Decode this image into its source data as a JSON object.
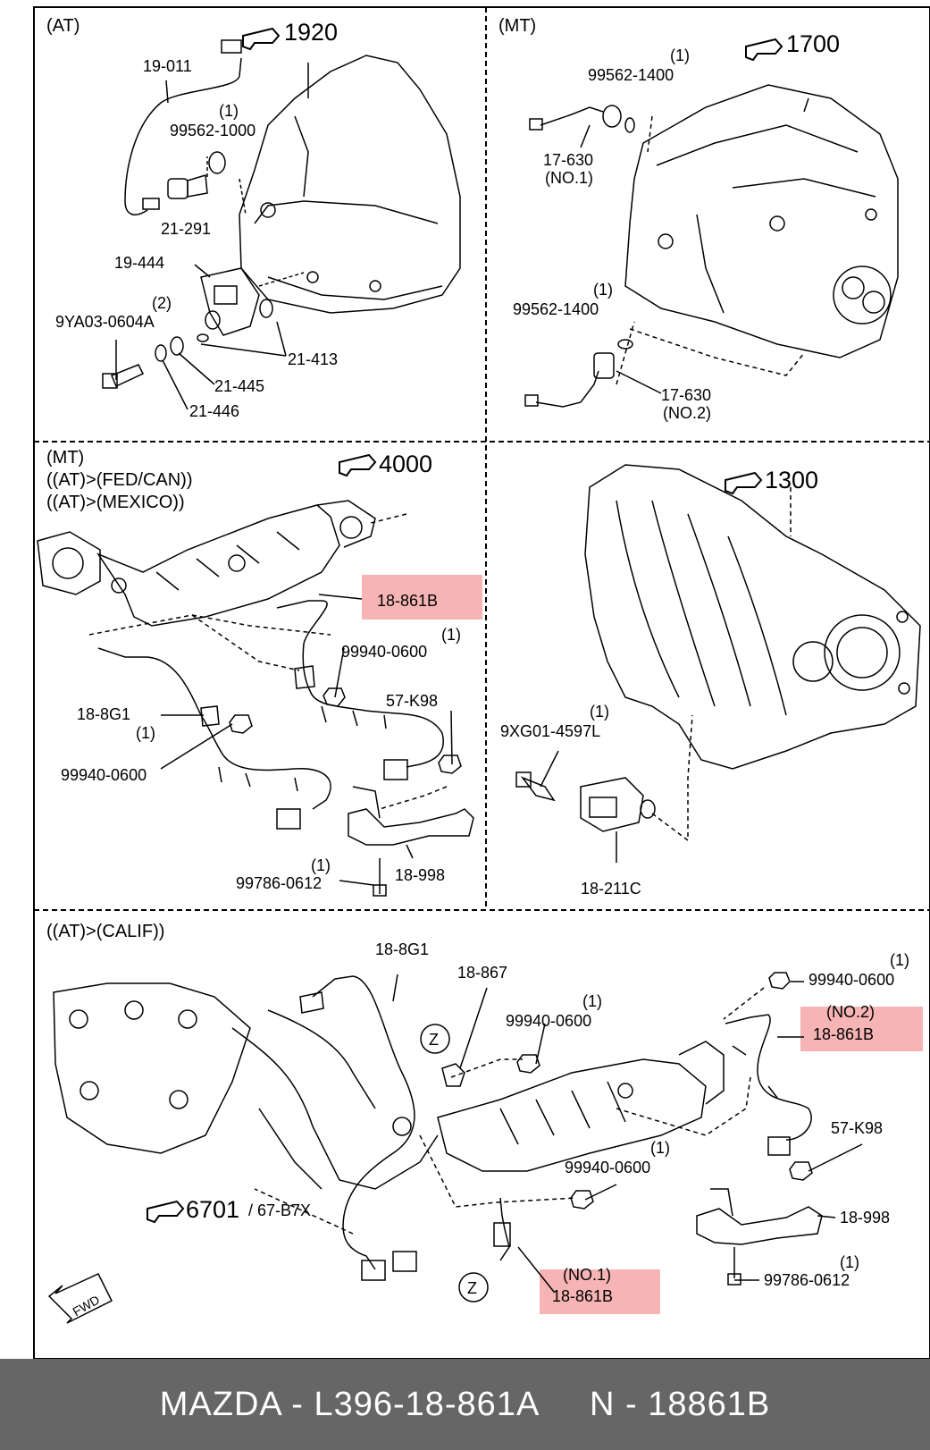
{
  "sections": {
    "top_left": {
      "title": "(AT)",
      "ref": "1920",
      "labels": {
        "harness": "19-011",
        "qty1": "(1)",
        "part_99562_1000": "99562-1000",
        "switch": "21-291",
        "sensor": "19-444",
        "qty2": "(2)",
        "bolt": "9YA03-0604A",
        "oring": "21-413",
        "washer1": "21-445",
        "washer2": "21-446"
      }
    },
    "top_right": {
      "title": "(MT)",
      "ref": "1700",
      "labels": {
        "qty_a": "(1)",
        "part_a": "99562-1400",
        "switch_a": "17-630",
        "switch_a_no": "(NO.1)",
        "qty_b": "(1)",
        "part_b": "99562-1400",
        "switch_b": "17-630",
        "switch_b_no": "(NO.2)"
      }
    },
    "mid_left": {
      "title_1": "(MT)",
      "title_2": "((AT)>(FED/CAN))",
      "title_3": "((AT)>(MEXICO))",
      "ref": "4000",
      "labels": {
        "sensor_b": "18-861B",
        "qty_n1": "(1)",
        "nut_1": "99940-0600",
        "connector": "57-K98",
        "sensor_g": "18-8G1",
        "qty_n2": "(1)",
        "nut_2": "99940-0600",
        "qty_bolt": "(1)",
        "bolt": "99786-0612",
        "bracket": "18-998"
      }
    },
    "mid_right": {
      "ref": "1300",
      "labels": {
        "qty": "(1)",
        "bolt": "9XG01-4597L",
        "valve": "18-211C"
      }
    },
    "bottom": {
      "title": "((AT)>(CALIF))",
      "labels": {
        "sensor_g": "18-8G1",
        "sensor_867": "18-867",
        "qty_n1": "(1)",
        "nut_1": "99940-0600",
        "qty_n2": "(1)",
        "nut_2": "99940-0600",
        "no2": "(NO.2)",
        "sensor_b2": "18-861B",
        "connector": "57-K98",
        "qty_n3": "(1)",
        "nut_3": "99940-0600",
        "bracket": "18-998",
        "qty_bolt": "(1)",
        "bolt": "99786-0612",
        "ref": "6701",
        "ref_sub": "/ 67-B7X",
        "no1": "(NO.1)",
        "sensor_b1": "18-861B",
        "z1": "Z",
        "z2": "Z",
        "fwd": "FWD"
      }
    }
  },
  "footer": {
    "text": "MAZDA - L396-18-861A     N - 18861B"
  }
}
